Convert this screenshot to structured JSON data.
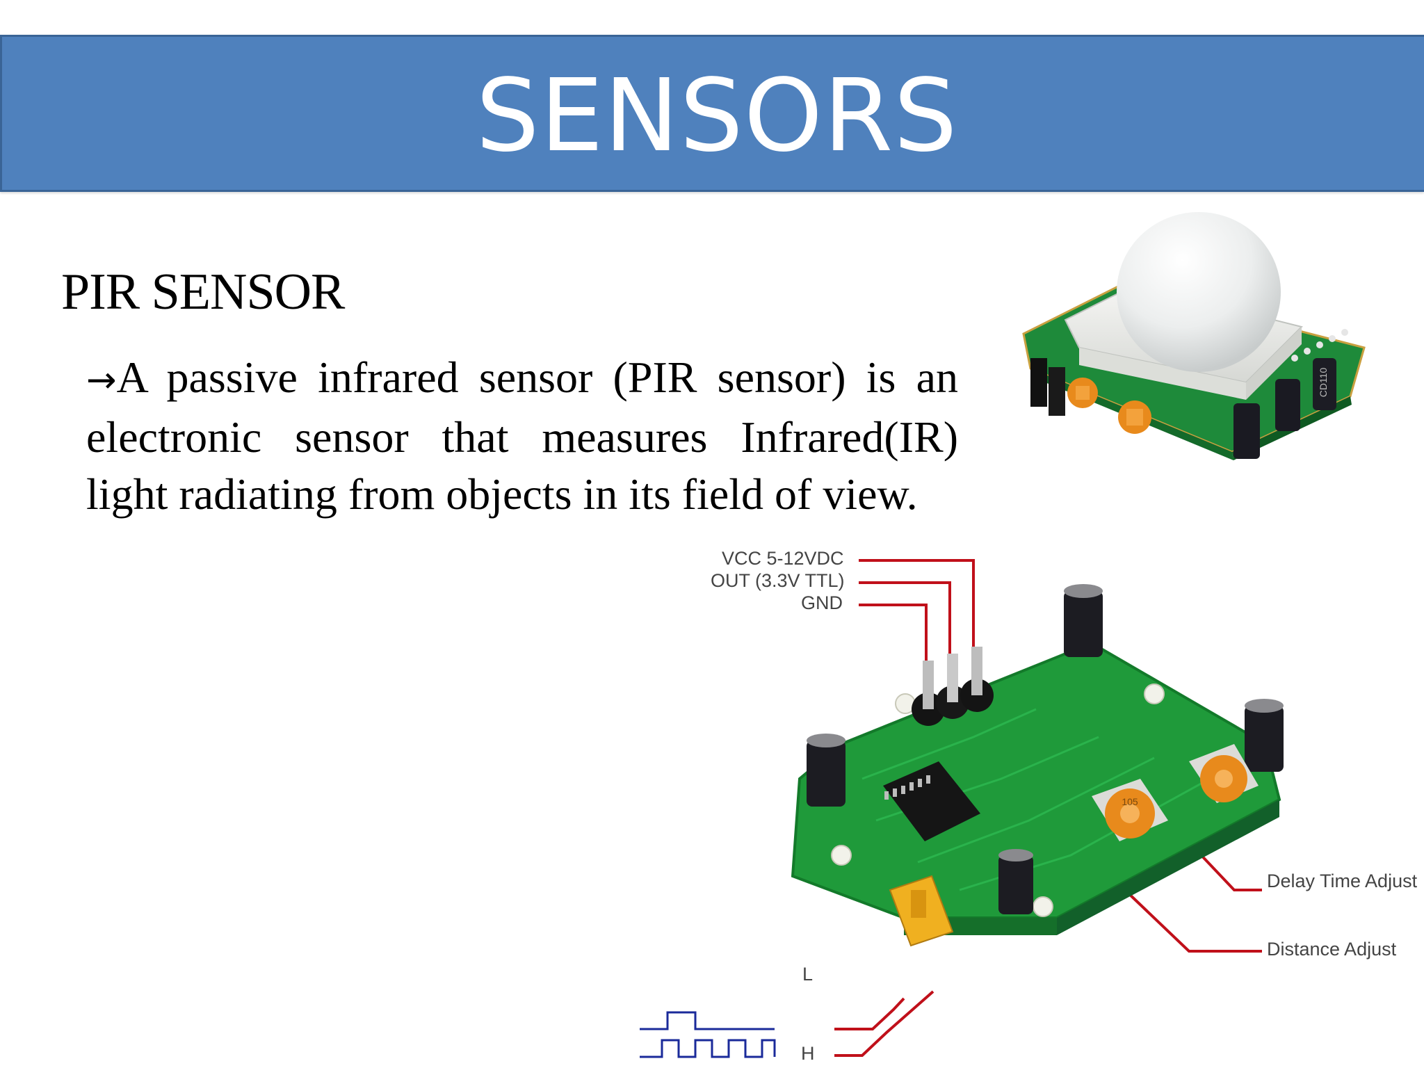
{
  "slide": {
    "title": "SENSORS",
    "subtitle": "PIR SENSOR",
    "arrow_glyph": "→",
    "paragraph": "A passive infrared sensor (PIR sensor) is an electronic sensor that measures Infrared(IR) light radiating from objects in its field of view."
  },
  "diagram": {
    "pin_labels": {
      "vcc": "VCC 5-12VDC",
      "out": "OUT (3.3V TTL)",
      "gnd": "GND"
    },
    "adjust_labels": {
      "delay": "Delay Time Adjust",
      "distance": "Distance Adjust"
    },
    "mode_labels": {
      "low": "L",
      "high": "H"
    },
    "component_marks": {
      "pot_marking": "105",
      "cap_marking": "CD110"
    }
  },
  "colors": {
    "title_bar": "#4f81bd",
    "title_text": "#ffffff",
    "leader_line": "#c0101a",
    "waveform": "#1a2a9a",
    "pcb_green": "#1f9a3a",
    "potentiometer": "#e88a1c",
    "jumper": "#f0b020"
  }
}
